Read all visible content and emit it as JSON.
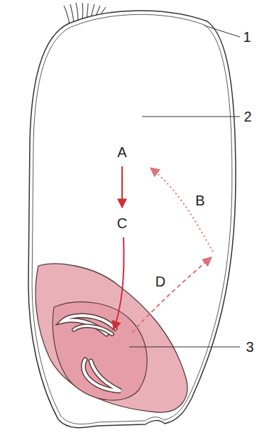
{
  "diagram": {
    "labels": [
      "1",
      "2",
      "A",
      "B",
      "C",
      "D",
      "3"
    ]
  }
}
